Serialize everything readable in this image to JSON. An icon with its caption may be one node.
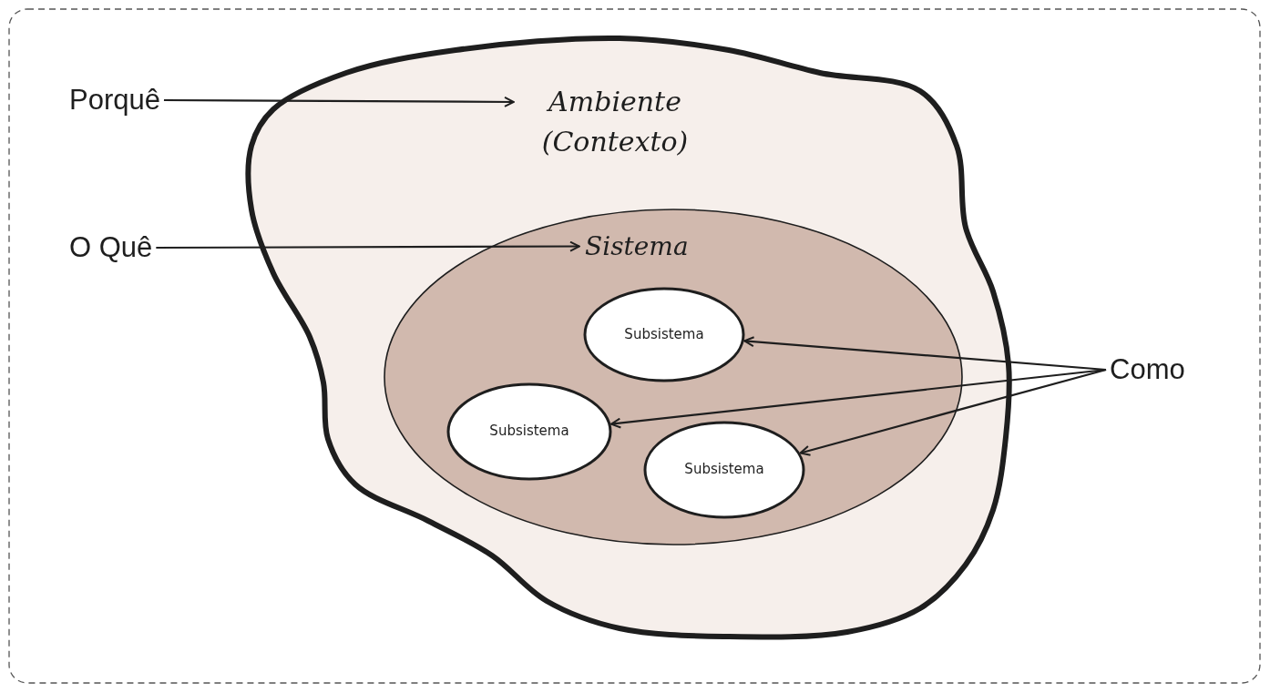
{
  "diagram": {
    "nodes": [
      {
        "text": [
          "Ambiente (Contexto)"
        ]
      },
      {
        "text": [
          "Sistema"
        ],
        "in": 0
      },
      {
        "text": [
          "Subsistema"
        ],
        "in": 1
      },
      {
        "text": [
          "Subsistema"
        ],
        "in": 1
      },
      {
        "text": [
          "Subsistema"
        ],
        "in": 1
      },
      {
        "text": [
          "Porquê"
        ]
      },
      {
        "text": [
          "O Quê"
        ]
      },
      {
        "text": [
          "Como"
        ]
      }
    ],
    "edges": [
      {
        "from": 5,
        "to": 0,
        "arrow": "to"
      },
      {
        "from": 6,
        "to": 1,
        "arrow": "to"
      },
      {
        "from": 7,
        "to": 2,
        "arrow": "to"
      },
      {
        "from": 7,
        "to": 3,
        "arrow": "to"
      },
      {
        "from": 7,
        "to": 4,
        "arrow": "to"
      }
    ]
  }
}
